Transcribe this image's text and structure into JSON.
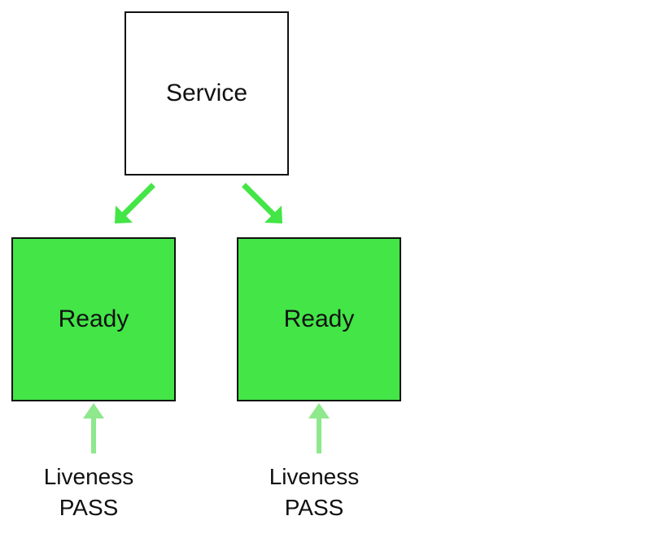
{
  "service": {
    "label": "Service"
  },
  "pods": [
    {
      "label": "Ready",
      "liveness_line1": "Liveness",
      "liveness_line2": "PASS"
    },
    {
      "label": "Ready",
      "liveness_line1": "Liveness",
      "liveness_line2": "PASS"
    }
  ],
  "colors": {
    "ready_fill": "#43e547",
    "service_to_pod_arrow": "#43e547",
    "liveness_arrow": "#8ee88c",
    "border": "#111111"
  }
}
